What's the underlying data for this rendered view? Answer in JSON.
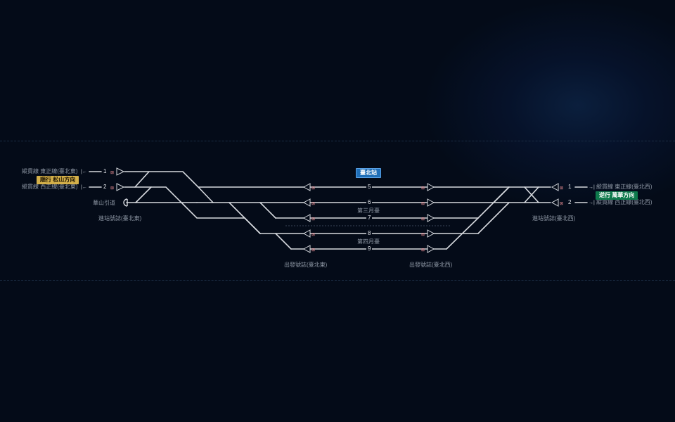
{
  "station_name": "臺北站",
  "left_badge": "順行 松山方向",
  "right_badge": "逆行 萬華方向",
  "left_labels": {
    "track1": "縱貫線 東正線(臺北東)",
    "track2": "縱貫線 西正線(臺北東)",
    "siding": "華山引道"
  },
  "right_labels": {
    "track1": "縱貫線 東正線(臺北西)",
    "track2": "縱貫線 西正線(臺北西)"
  },
  "home_signal_east": "進站號誌(臺北東)",
  "home_signal_west": "進站號誌(臺北西)",
  "starting_signal_east": "出發號誌(臺北東)",
  "starting_signal_west": "出發號誌(臺北西)",
  "platform_3": "第三月臺",
  "platform_4": "第四月臺",
  "entry_tracks": [
    "1",
    "2"
  ],
  "exit_tracks": [
    "1",
    "2"
  ],
  "station_tracks": [
    "5",
    "6",
    "7",
    "8",
    "9"
  ],
  "colors": {
    "track": "#d6d9de",
    "left_badge_bg": "#d4b04a",
    "left_badge_fg": "#1a1200",
    "right_badge_bg": "#0e7a4c",
    "right_badge_fg": "#ffffff",
    "station_badge_bg": "#1f6fb8",
    "station_badge_fg": "#ffffff"
  }
}
